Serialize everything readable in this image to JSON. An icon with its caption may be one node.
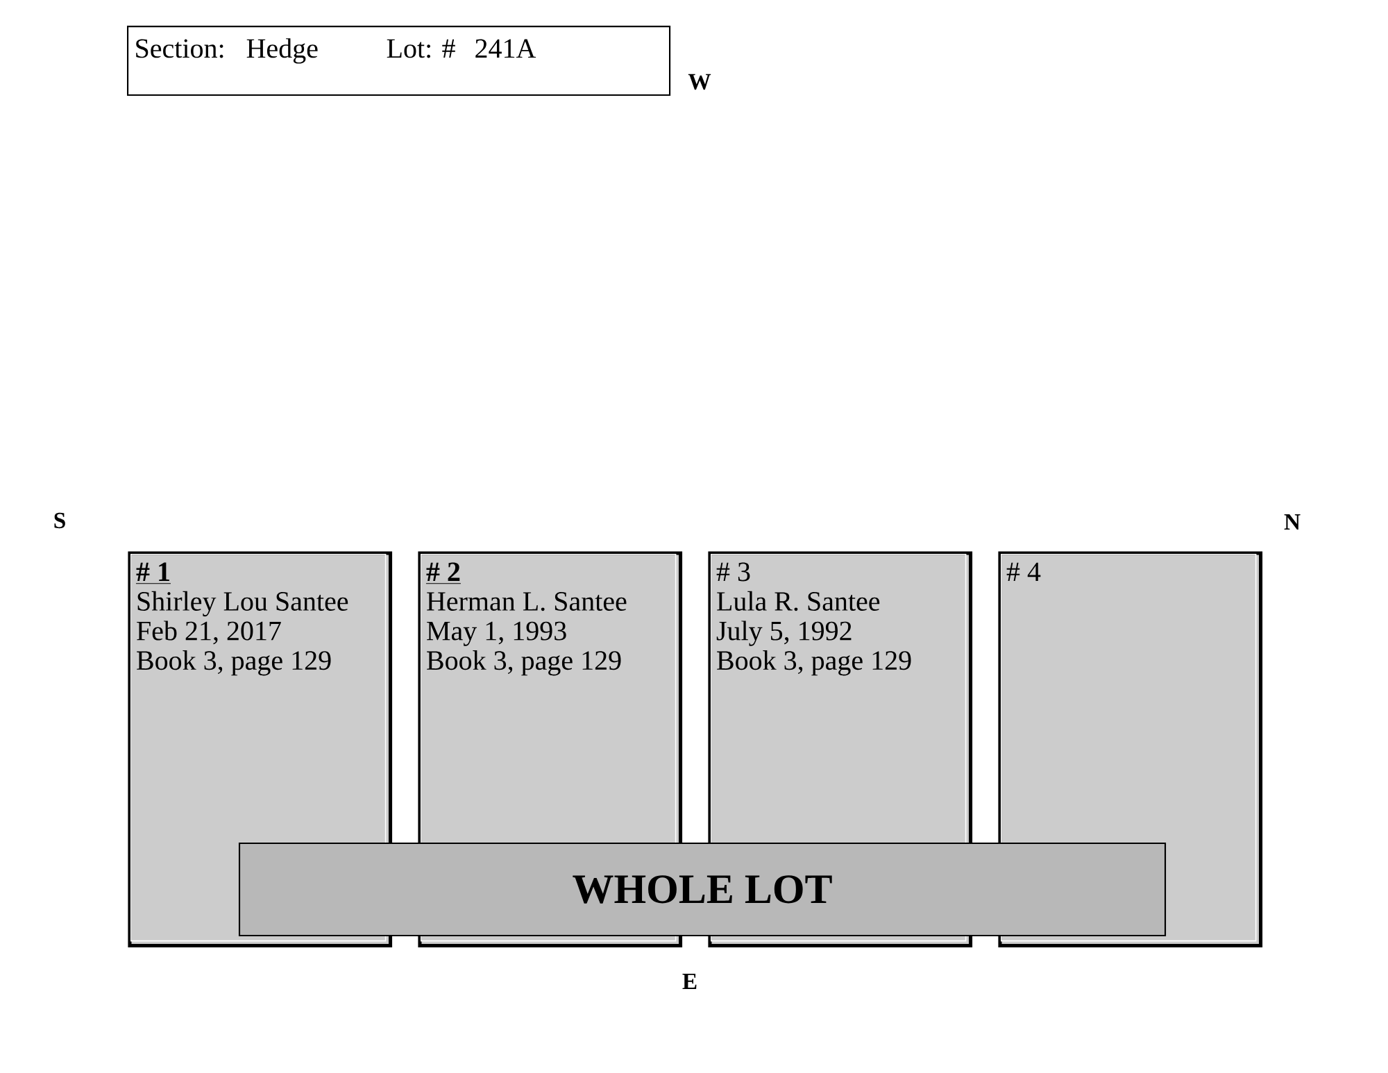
{
  "diagram": {
    "nodes": [
      {
        "text": [
          "Section:",
          "Hedge",
          "Lot: #",
          "241A"
        ]
      },
      {
        "text": [
          "# 1",
          "Shirley Lou Santee",
          "Feb 21, 2017",
          "Book 3, page 129"
        ]
      },
      {
        "text": [
          "# 2",
          "Herman L. Santee",
          "May 1, 1993",
          "Book 3, page 129"
        ]
      },
      {
        "text": [
          "# 3",
          "Lula R. Santee",
          "July 5, 1992",
          "Book 3, page 129"
        ]
      },
      {
        "text": [
          "# 4"
        ]
      },
      {
        "text": [
          "WHOLE LOT"
        ]
      }
    ],
    "labels": [
      "W",
      "S",
      "N",
      "E"
    ]
  }
}
